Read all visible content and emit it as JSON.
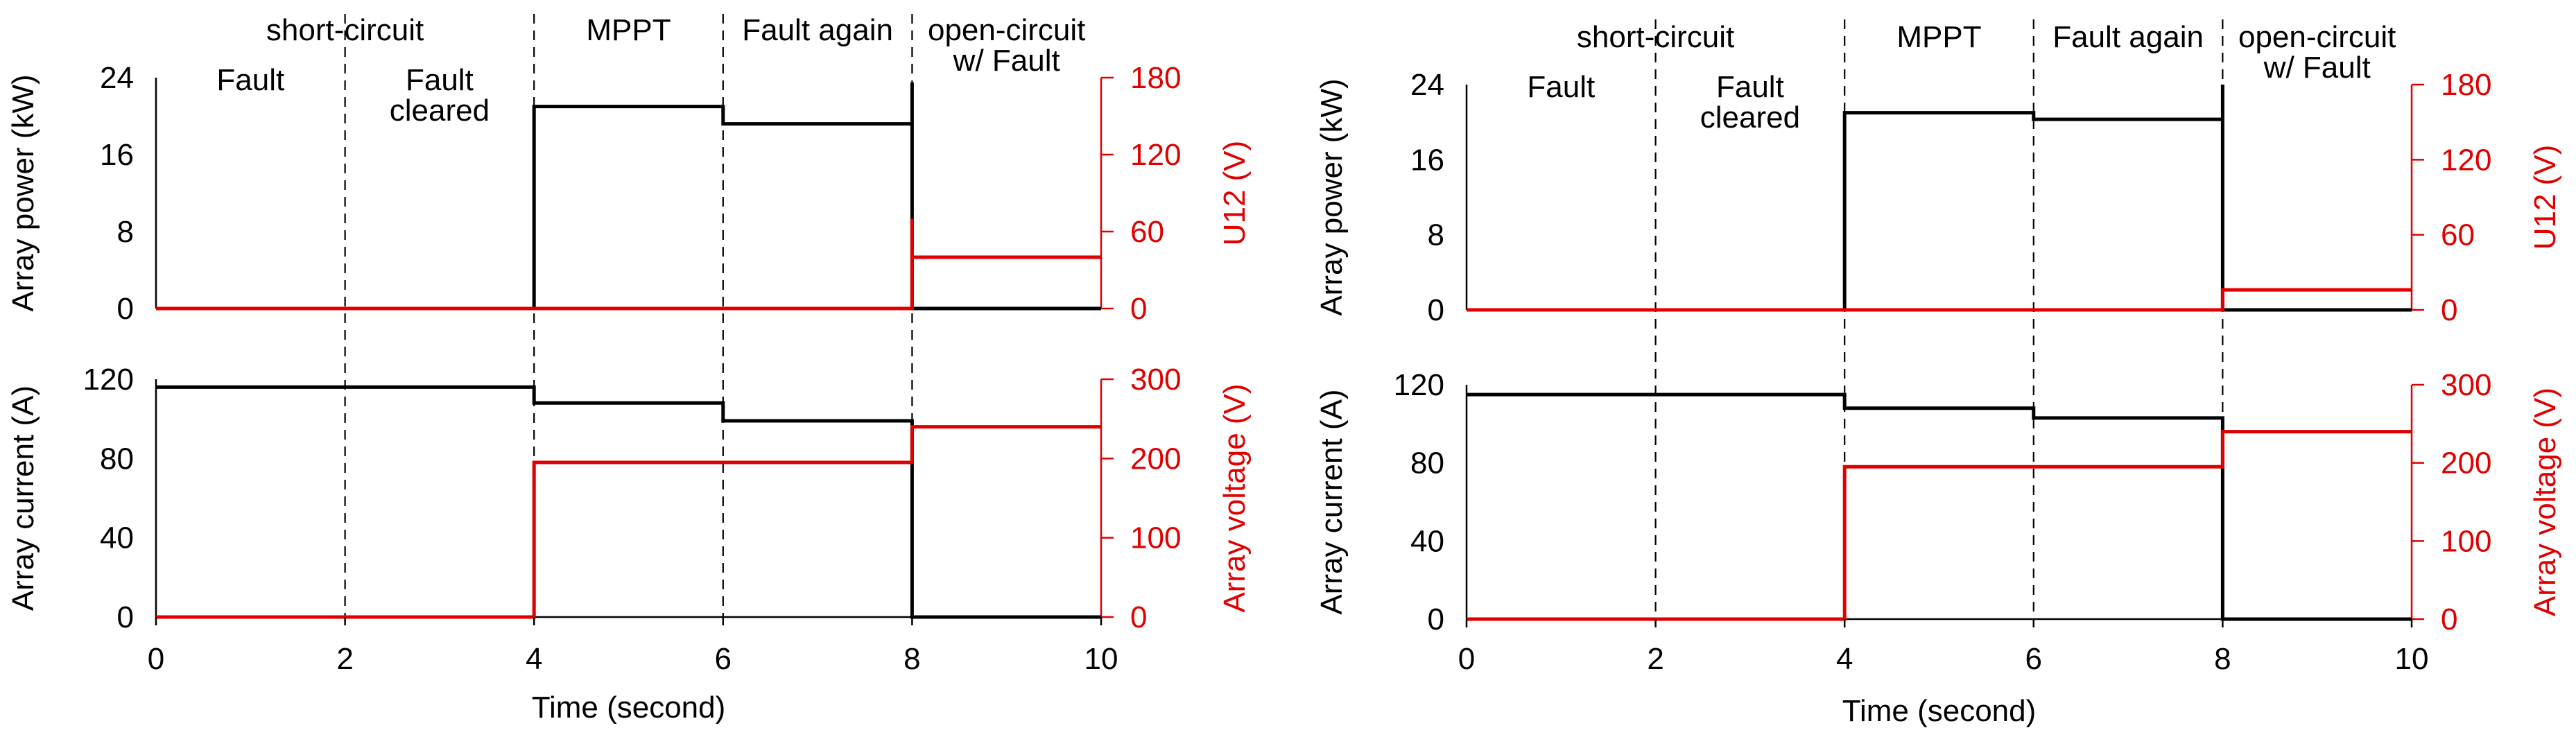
{
  "chart_data": [
    {
      "type": "line",
      "panel": "left",
      "x_ticks": [
        0,
        2,
        4,
        6,
        8,
        10
      ],
      "xlim": [
        0,
        10
      ],
      "xlabel": "Time (second)",
      "regions": [
        {
          "label": "short-circuit",
          "x_center": 2
        },
        {
          "label": "MPPT",
          "x_center": 5
        },
        {
          "label": "Fault again",
          "x_center": 7
        },
        {
          "label": "open-circuit\nw/ Fault",
          "x_center": 9
        }
      ],
      "subregions": [
        {
          "label": "Fault",
          "x_center": 1
        },
        {
          "label": "Fault\ncleared",
          "x_center": 3
        }
      ],
      "dividers_x": [
        2,
        4,
        6,
        8
      ],
      "subplots": [
        {
          "name": "top",
          "left_axis": {
            "label": "Array power (kW)",
            "ticks": [
              0,
              8,
              16,
              24
            ],
            "lim": [
              0,
              24
            ],
            "color": "#000000"
          },
          "right_axis": {
            "label": "U12 (V)",
            "ticks": [
              0,
              60,
              120,
              180
            ],
            "lim": [
              0,
              180
            ],
            "color": "#e00000"
          },
          "series": [
            {
              "axis": "left",
              "color": "#000000",
              "points": [
                [
                  0,
                  0
                ],
                [
                  4,
                  0
                ],
                [
                  4,
                  21
                ],
                [
                  6,
                  21
                ],
                [
                  6,
                  19.2
                ],
                [
                  8,
                  19.2
                ],
                [
                  8,
                  23.5
                ],
                [
                  8,
                  0
                ],
                [
                  10,
                  0
                ]
              ]
            },
            {
              "axis": "right",
              "color": "#e00000",
              "points": [
                [
                  0,
                  0
                ],
                [
                  8,
                  0
                ],
                [
                  8,
                  70
                ],
                [
                  8,
                  40
                ],
                [
                  10,
                  40
                ]
              ]
            }
          ]
        },
        {
          "name": "bottom",
          "left_axis": {
            "label": "Array current (A)",
            "ticks": [
              0,
              40,
              80,
              120
            ],
            "lim": [
              0,
              120
            ],
            "color": "#000000"
          },
          "right_axis": {
            "label": "Array voltage (V)",
            "ticks": [
              0,
              100,
              200,
              300
            ],
            "lim": [
              0,
              300
            ],
            "color": "#e00000"
          },
          "series": [
            {
              "axis": "left",
              "color": "#000000",
              "points": [
                [
                  0,
                  116
                ],
                [
                  4,
                  116
                ],
                [
                  4,
                  108
                ],
                [
                  6,
                  108
                ],
                [
                  6,
                  99
                ],
                [
                  8,
                  99
                ],
                [
                  8,
                  0
                ],
                [
                  10,
                  0
                ]
              ]
            },
            {
              "axis": "right",
              "color": "#e00000",
              "points": [
                [
                  0,
                  0
                ],
                [
                  4,
                  0
                ],
                [
                  4,
                  195
                ],
                [
                  8,
                  195
                ],
                [
                  8,
                  240
                ],
                [
                  10,
                  240
                ]
              ]
            }
          ]
        }
      ]
    },
    {
      "type": "line",
      "panel": "right",
      "x_ticks": [
        0,
        2,
        4,
        6,
        8,
        10
      ],
      "xlim": [
        0,
        10
      ],
      "xlabel": "Time (second)",
      "regions": [
        {
          "label": "short-circuit",
          "x_center": 2
        },
        {
          "label": "MPPT",
          "x_center": 5
        },
        {
          "label": "Fault again",
          "x_center": 7
        },
        {
          "label": "open-circuit\nw/ Fault",
          "x_center": 9
        }
      ],
      "subregions": [
        {
          "label": "Fault",
          "x_center": 1
        },
        {
          "label": "Fault\ncleared",
          "x_center": 3
        }
      ],
      "dividers_x": [
        2,
        4,
        6,
        8
      ],
      "subplots": [
        {
          "name": "top",
          "left_axis": {
            "label": "Array power (kW)",
            "ticks": [
              0,
              8,
              16,
              24
            ],
            "lim": [
              0,
              24
            ],
            "color": "#000000"
          },
          "right_axis": {
            "label": "U12 (V)",
            "ticks": [
              0,
              60,
              120,
              180
            ],
            "lim": [
              0,
              180
            ],
            "color": "#e00000"
          },
          "series": [
            {
              "axis": "left",
              "color": "#000000",
              "points": [
                [
                  0,
                  0
                ],
                [
                  4,
                  0
                ],
                [
                  4,
                  21
                ],
                [
                  6,
                  21
                ],
                [
                  6,
                  20.3
                ],
                [
                  8,
                  20.3
                ],
                [
                  8,
                  24
                ],
                [
                  8,
                  0
                ],
                [
                  10,
                  0
                ]
              ]
            },
            {
              "axis": "right",
              "color": "#e00000",
              "points": [
                [
                  0,
                  0
                ],
                [
                  8,
                  0
                ],
                [
                  8,
                  16
                ],
                [
                  10,
                  16
                ]
              ]
            }
          ]
        },
        {
          "name": "bottom",
          "left_axis": {
            "label": "Array current (A)",
            "ticks": [
              0,
              40,
              80,
              120
            ],
            "lim": [
              0,
              120
            ],
            "color": "#000000"
          },
          "right_axis": {
            "label": "Array voltage (V)",
            "ticks": [
              0,
              100,
              200,
              300
            ],
            "lim": [
              0,
              300
            ],
            "color": "#e00000"
          },
          "series": [
            {
              "axis": "left",
              "color": "#000000",
              "points": [
                [
                  0,
                  115
                ],
                [
                  4,
                  115
                ],
                [
                  4,
                  108
                ],
                [
                  6,
                  108
                ],
                [
                  6,
                  103
                ],
                [
                  8,
                  103
                ],
                [
                  8,
                  0
                ],
                [
                  10,
                  0
                ]
              ]
            },
            {
              "axis": "right",
              "color": "#e00000",
              "points": [
                [
                  0,
                  0
                ],
                [
                  4,
                  0
                ],
                [
                  4,
                  195
                ],
                [
                  8,
                  195
                ],
                [
                  8,
                  240
                ],
                [
                  10,
                  240
                ]
              ]
            }
          ]
        }
      ]
    }
  ]
}
